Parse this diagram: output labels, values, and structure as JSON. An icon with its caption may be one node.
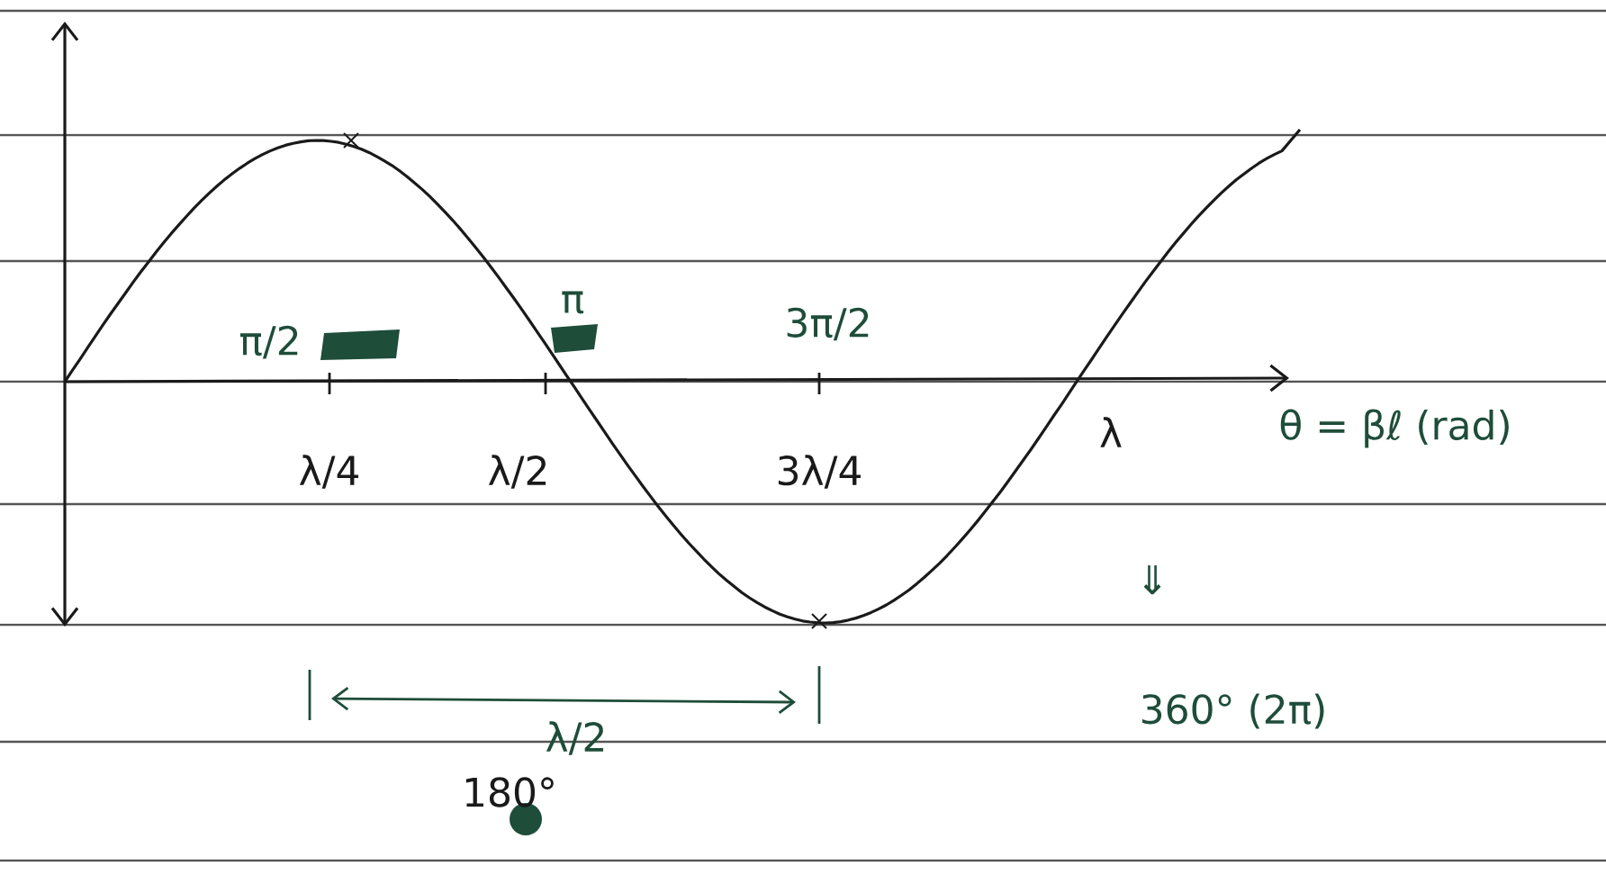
{
  "diagram": {
    "labels": [
      "π/2",
      "π",
      "3π/2",
      "λ/4",
      "λ/2",
      "3λ/4",
      "λ",
      "θ = βℓ (rad)",
      "⇓",
      "360° (2π)",
      "λ/2",
      "180°"
    ]
  }
}
